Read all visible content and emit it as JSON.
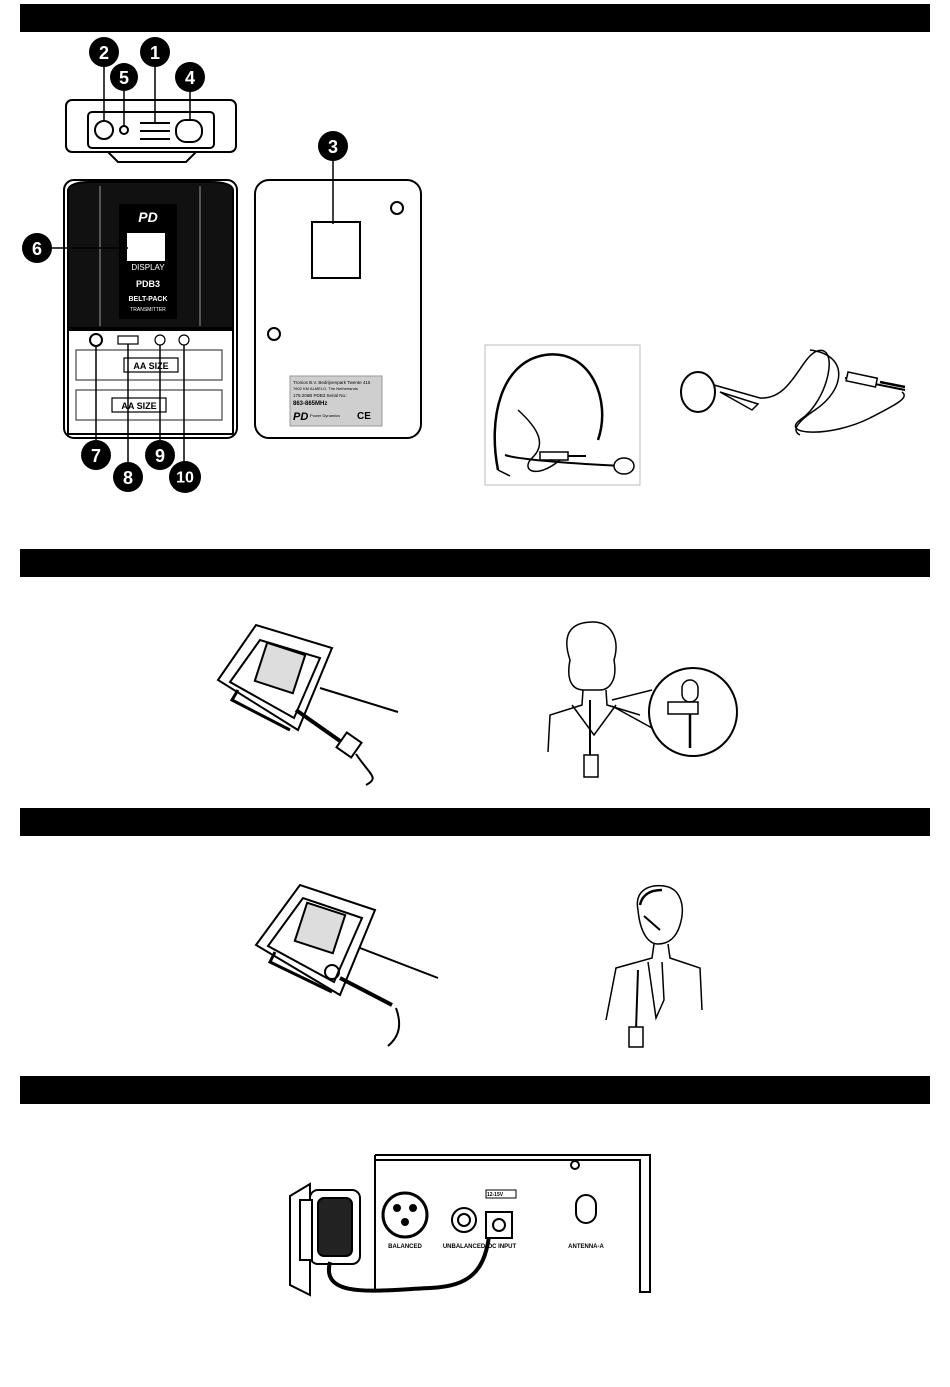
{
  "callouts": [
    "1",
    "2",
    "3",
    "4",
    "5",
    "6",
    "7",
    "8",
    "9",
    "10"
  ],
  "front_panel": {
    "brand": "PD",
    "display": "DISPLAY",
    "model": "PDB3",
    "type_line1": "BELT-PACK",
    "type_line2": "TRANSMITTER",
    "battery_label": "AA   SIZE"
  },
  "rear_label": {
    "line1": "Tronios B.V. Bedrijvenpark Twente 415",
    "line2": "7602 KM ALMELO, The Netherlands",
    "line3": "179.206B     PDB3   Serial No.:",
    "freq": "863-865MHz",
    "brand": "PD",
    "brand_text": "Power Dynamics",
    "ce": "CE"
  },
  "receiver_panel": {
    "balanced": "BALANCED",
    "unbalanced": "UNBALANCED",
    "dc_input": "DC INPUT",
    "voltage": "12-15V",
    "antenna": "ANTENNA-A"
  }
}
